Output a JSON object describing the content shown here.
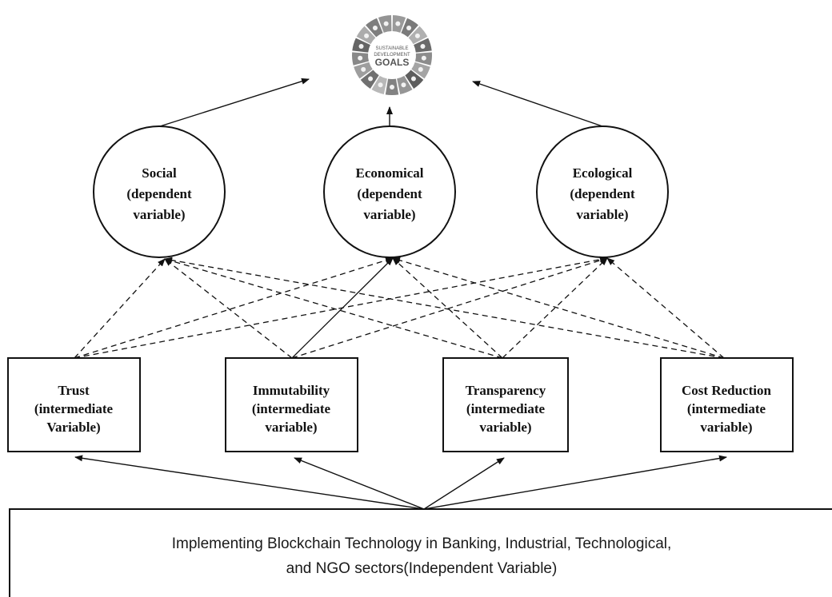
{
  "sdg_logo": {
    "line1": "SUSTAINABLE",
    "line2": "DEVELOPMENT",
    "line3": "GOALS",
    "icon": "sdg-wheel-icon"
  },
  "dependent": [
    {
      "id": "social",
      "lines": [
        "Social",
        "(dependent",
        "variable)"
      ]
    },
    {
      "id": "economical",
      "lines": [
        "Economical",
        "(dependent",
        "variable)"
      ]
    },
    {
      "id": "ecological",
      "lines": [
        "Ecological",
        "(dependent",
        "variable)"
      ]
    }
  ],
  "intermediate": [
    {
      "id": "trust",
      "lines": [
        "Trust",
        "(intermediate",
        "Variable)"
      ]
    },
    {
      "id": "immutability",
      "lines": [
        "Immutability",
        "(intermediate",
        "variable)"
      ]
    },
    {
      "id": "transparency",
      "lines": [
        "Transparency",
        "(intermediate",
        "variable)"
      ]
    },
    {
      "id": "cost-reduction",
      "lines": [
        "Cost Reduction",
        "(intermediate",
        "variable)"
      ]
    }
  ],
  "independent": {
    "lines": [
      "Implementing Blockchain Technology in Banking, Industrial, Technological,",
      "and NGO sectors(Independent Variable)"
    ]
  }
}
